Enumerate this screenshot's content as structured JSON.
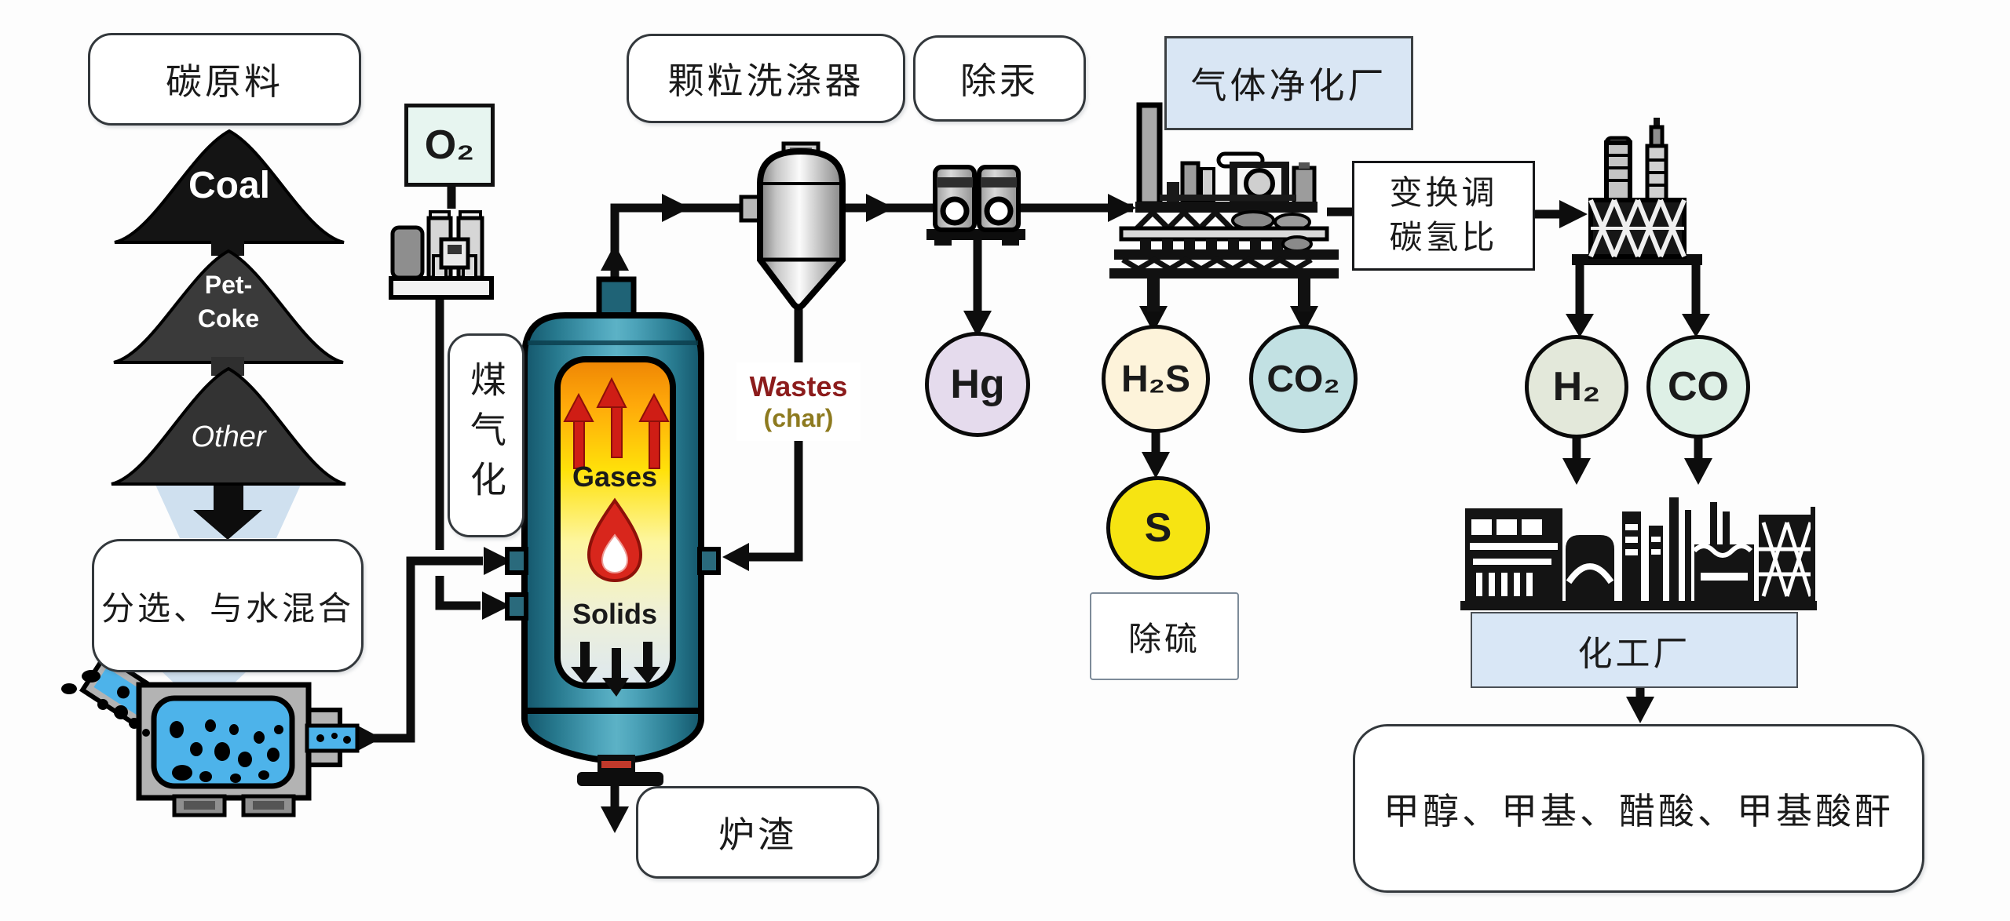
{
  "nodes": {
    "feedstock_box": "碳原料",
    "coal": "Coal",
    "petcoke_line1": "Pet-",
    "petcoke_line2": "Coke",
    "other": "Other",
    "prep_box": "分选、与水混合",
    "oxygen": "O₂",
    "gasification": "煤气化",
    "gases": "Gases",
    "solids": "Solids",
    "slag_box": "炉渣",
    "scrubber_box": "颗粒洗涤器",
    "wastes_line1": "Wastes",
    "wastes_line2": "(char)",
    "mercury_box": "除汞",
    "hg": "Hg",
    "purification_box": "气体净化厂",
    "h2s": "H₂S",
    "co2": "CO₂",
    "sulfur": "S",
    "desulfurization_box": "除硫",
    "shift_line1": "变换调",
    "shift_line2": "碳氢比",
    "h2": "H₂",
    "co": "CO",
    "chemical_plant_box": "化工厂",
    "products_box": "甲醇、甲基、醋酸、甲基酸酐"
  },
  "colors": {
    "line_black": "#0d0d0d",
    "gasifier_teal": "#2a7d92",
    "gasifier_dark": "#14566b",
    "chamber_orange": "#ee8504",
    "chamber_yellow": "#ffe10a",
    "arrow_red": "#cf1d15",
    "slurry_blue": "#4db3ea",
    "funnel_blue": "#cfe0ef",
    "o2_box_fill": "#e7f5f0",
    "purification_box_fill": "#d9e6f4",
    "chemical_box_fill": "#d9e7f6",
    "hg_fill": "#e5dbed",
    "h2s_fill": "#fdf3da",
    "co2_fill": "#c2e1e3",
    "s_fill": "#f6e412",
    "h2_fill": "#e3e8da",
    "co_fill": "#def0e6",
    "wastes_red": "#8c1c1c",
    "char_olive": "#8d7a1f"
  }
}
